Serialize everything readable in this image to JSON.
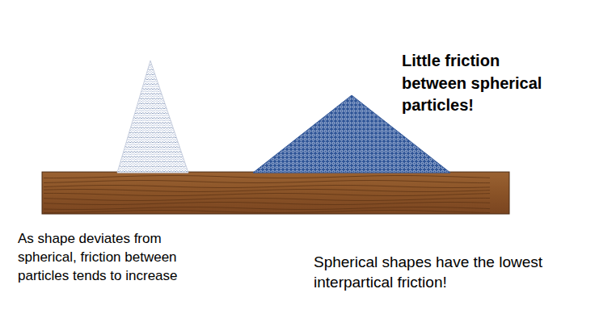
{
  "diagram": {
    "labels": [
      "Little friction between spherical particles!",
      "As shape deviates from spherical, friction between particles tends to increase",
      "Spherical shapes have the lowest interpartical friction!"
    ]
  }
}
